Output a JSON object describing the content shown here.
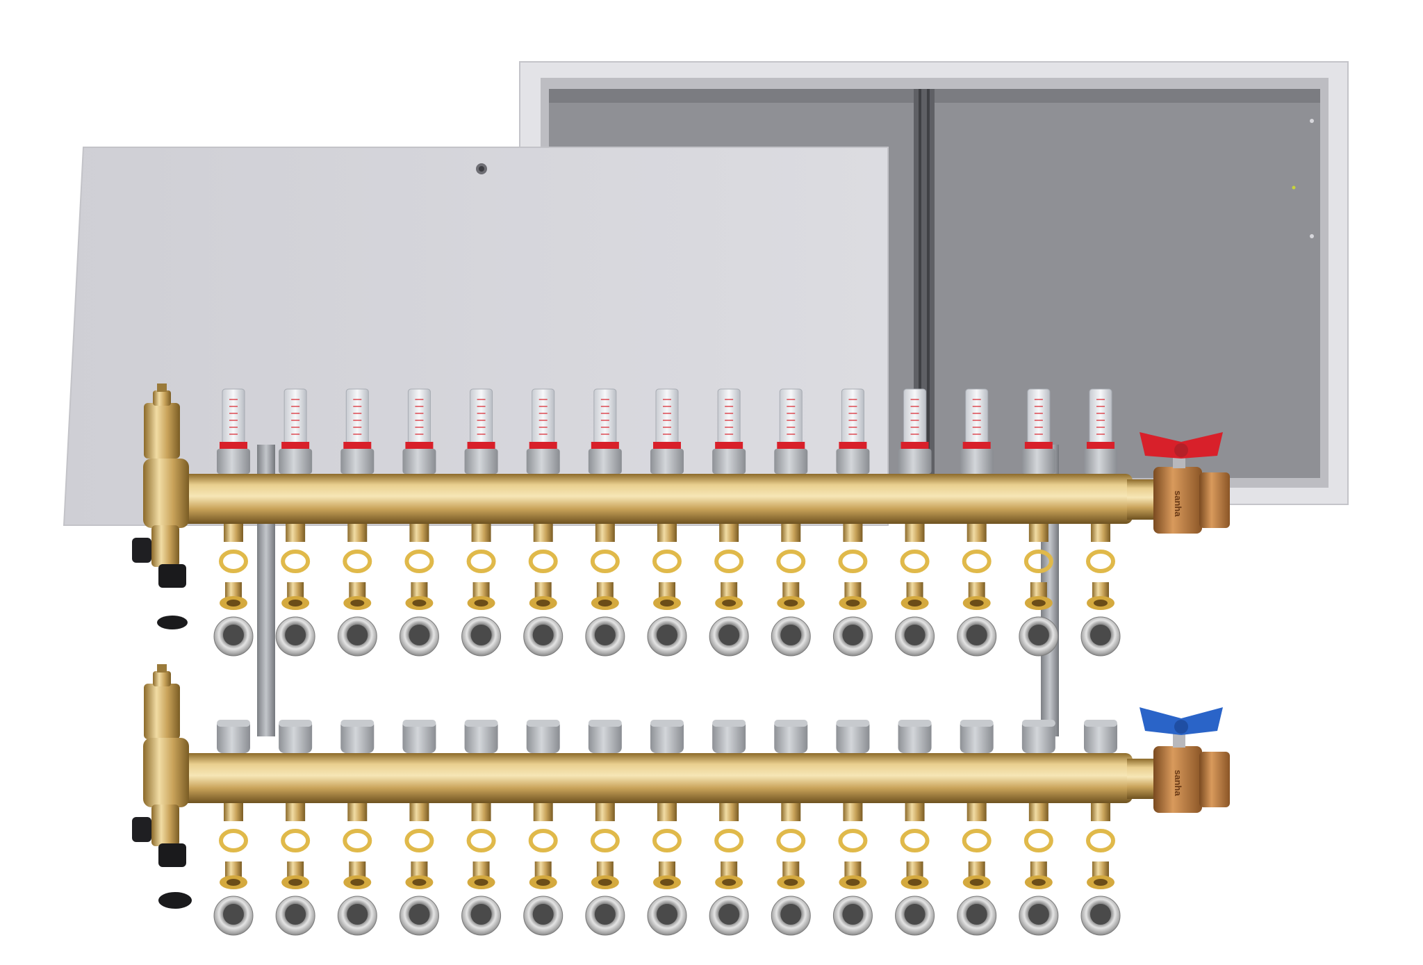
{
  "product": {
    "manifold_outlets": 15,
    "manifold_count": 2,
    "supply_valve_handle_color": "#d8202a",
    "return_valve_handle_color": "#2a64c8",
    "brass_color": "#c9a35a",
    "cabinet_color": "#d6d6db",
    "flowmeter_band_color": "#d8202a",
    "valve_body_marking": "sanha"
  },
  "parts": {
    "supply_manifold": {
      "flowmeters": 15,
      "outlets": 15,
      "has_air_vent": true,
      "has_drain_valve": true
    },
    "return_manifold": {
      "caps": 15,
      "outlets": 15,
      "has_air_vent": true,
      "has_drain_valve": true
    },
    "fittings_per_outlet": [
      "split-ring",
      "brass-insert",
      "compression-nut"
    ]
  }
}
